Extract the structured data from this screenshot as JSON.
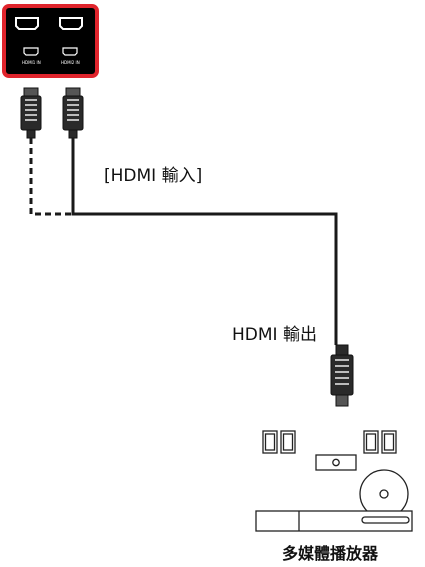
{
  "panel": {
    "ports": [
      {
        "label": "HDMI1 IN"
      },
      {
        "label": "HDMI2 IN"
      }
    ]
  },
  "labels": {
    "hdmi_in": "[HDMI 輸入]",
    "hdmi_out": "HDMI 輸出",
    "media_player": "多媒體播放器"
  },
  "colors": {
    "panel_highlight": "#e0242c",
    "panel_fill": "#000000",
    "cable": "#1a1a1a",
    "line": "#222222"
  }
}
